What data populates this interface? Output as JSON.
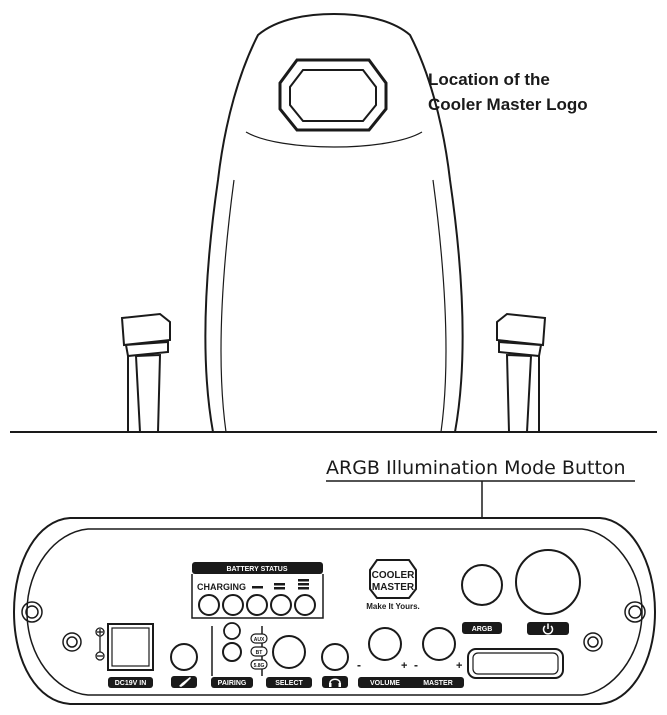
{
  "chair": {
    "logo_caption_line1": "Location of the",
    "logo_caption_line2": "Cooler Master Logo"
  },
  "panel": {
    "argb_callout": "ARGB Illumination Mode Button",
    "battery_status_title": "BATTERY STATUS",
    "charging_label": "CHARGING",
    "brand_line1": "COOLER",
    "brand_line2": "MASTER",
    "tagline": "Make It Yours.",
    "labels": {
      "dc_in": "DC19V IN",
      "pairing": "PAIRING",
      "select": "SELECT",
      "volume": "VOLUME",
      "master": "MASTER",
      "argb": "ARGB"
    },
    "selector_options": [
      "AUX",
      "BT",
      "5.8G"
    ],
    "minus_sign": "-",
    "plus_sign": "+"
  }
}
